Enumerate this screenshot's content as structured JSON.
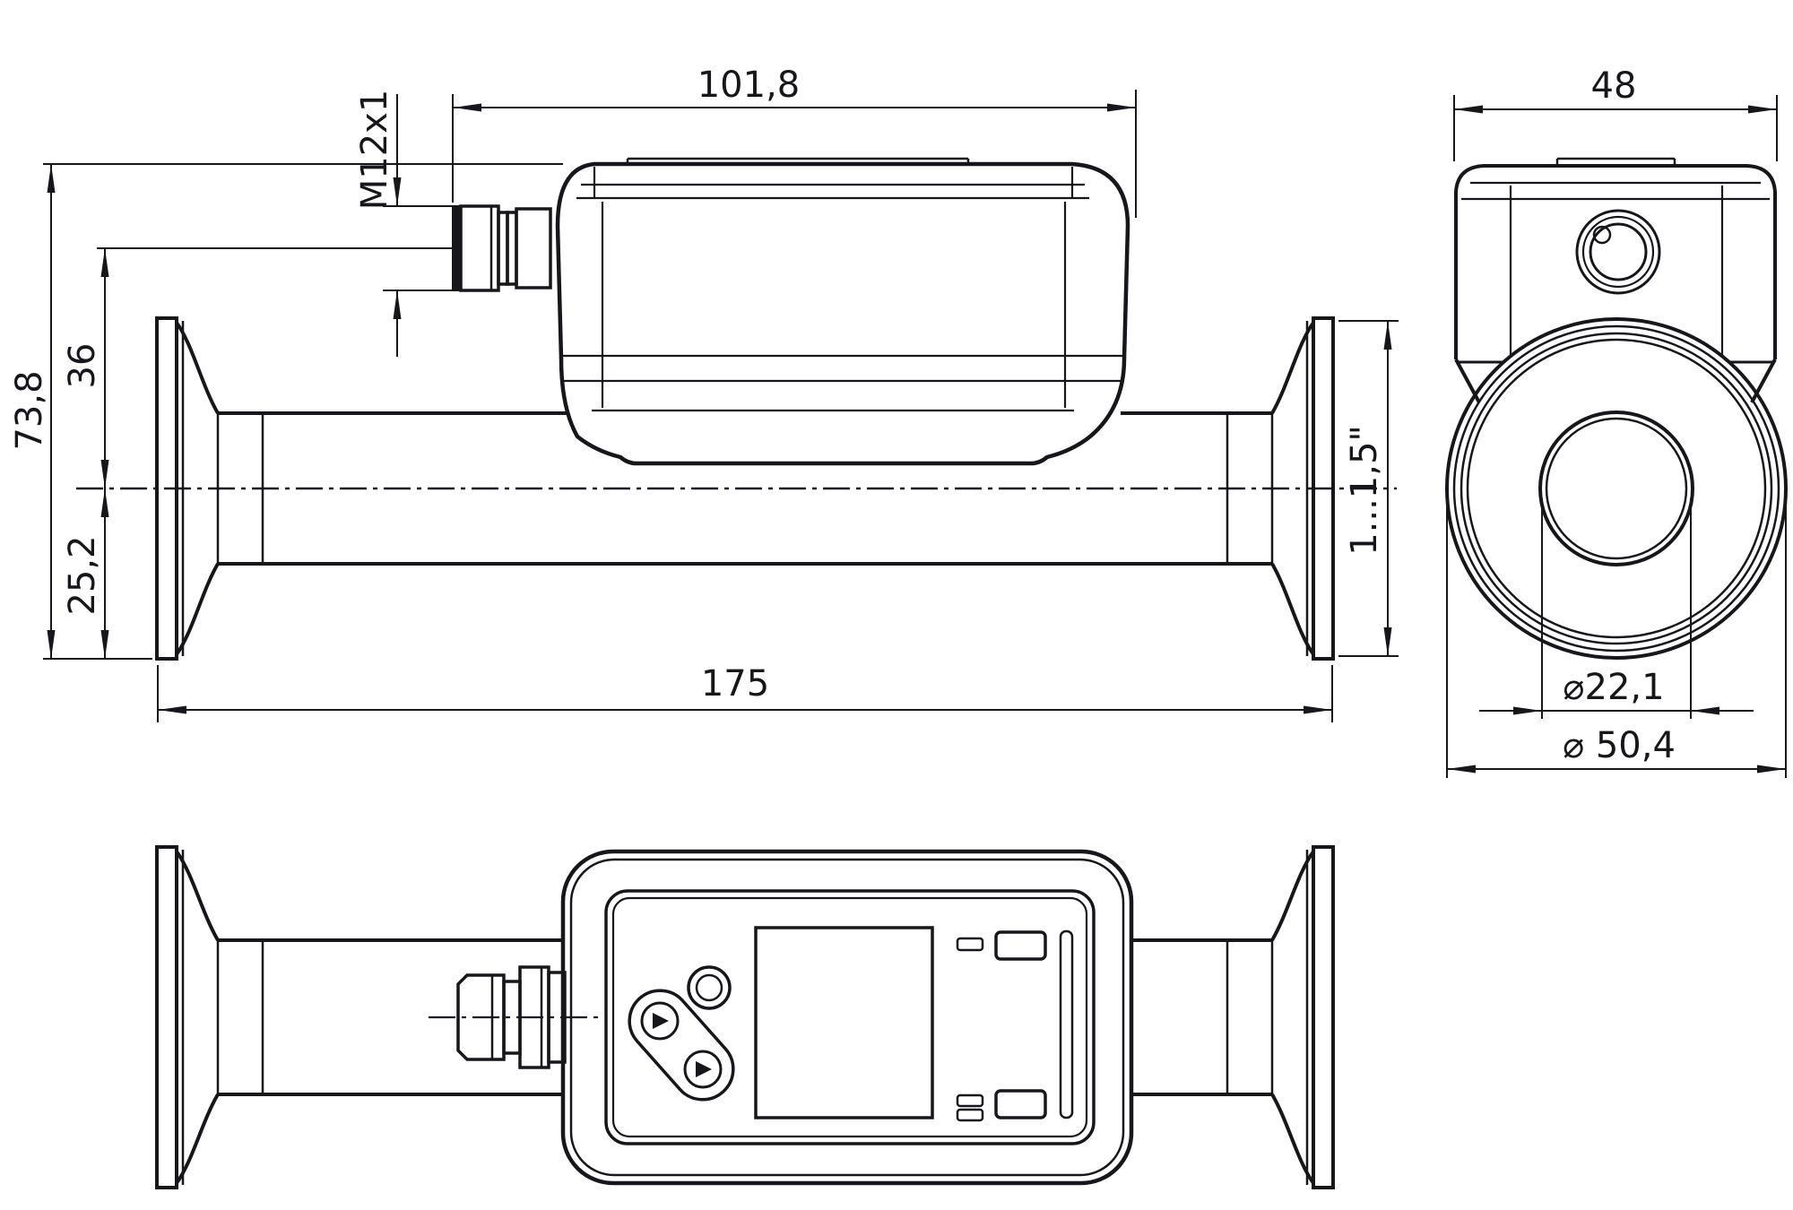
{
  "dims": {
    "head_length": "101,8",
    "connector_thread": "M12x1",
    "overall_height": "73,8",
    "connector_axis_to_pipe_axis": "36",
    "pipe_axis_to_bottom": "25,2",
    "face_to_face_length": "175",
    "clamp_size": "1...1,5\"",
    "head_width": "48",
    "bore_diameter": "⌀22,1",
    "ferrule_diameter": "⌀ 50,4"
  }
}
